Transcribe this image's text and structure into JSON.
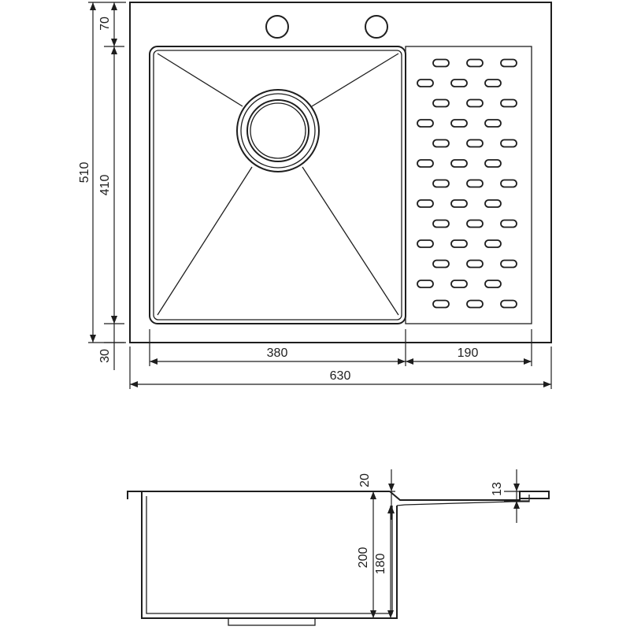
{
  "dimensions": {
    "total_width": "630",
    "bowl_width": "380",
    "drainer_width": "190",
    "total_depth": "510",
    "top_margin": "70",
    "bowl_depth": "410",
    "bottom_margin": "30",
    "rim_height": "20",
    "drainer_height": "13",
    "bowl_height_total": "200",
    "bowl_height_inner": "180"
  },
  "drainer_slots": {
    "rows": [
      3,
      3,
      3,
      3,
      3,
      3,
      3,
      3,
      3,
      3,
      3,
      3,
      3
    ]
  }
}
